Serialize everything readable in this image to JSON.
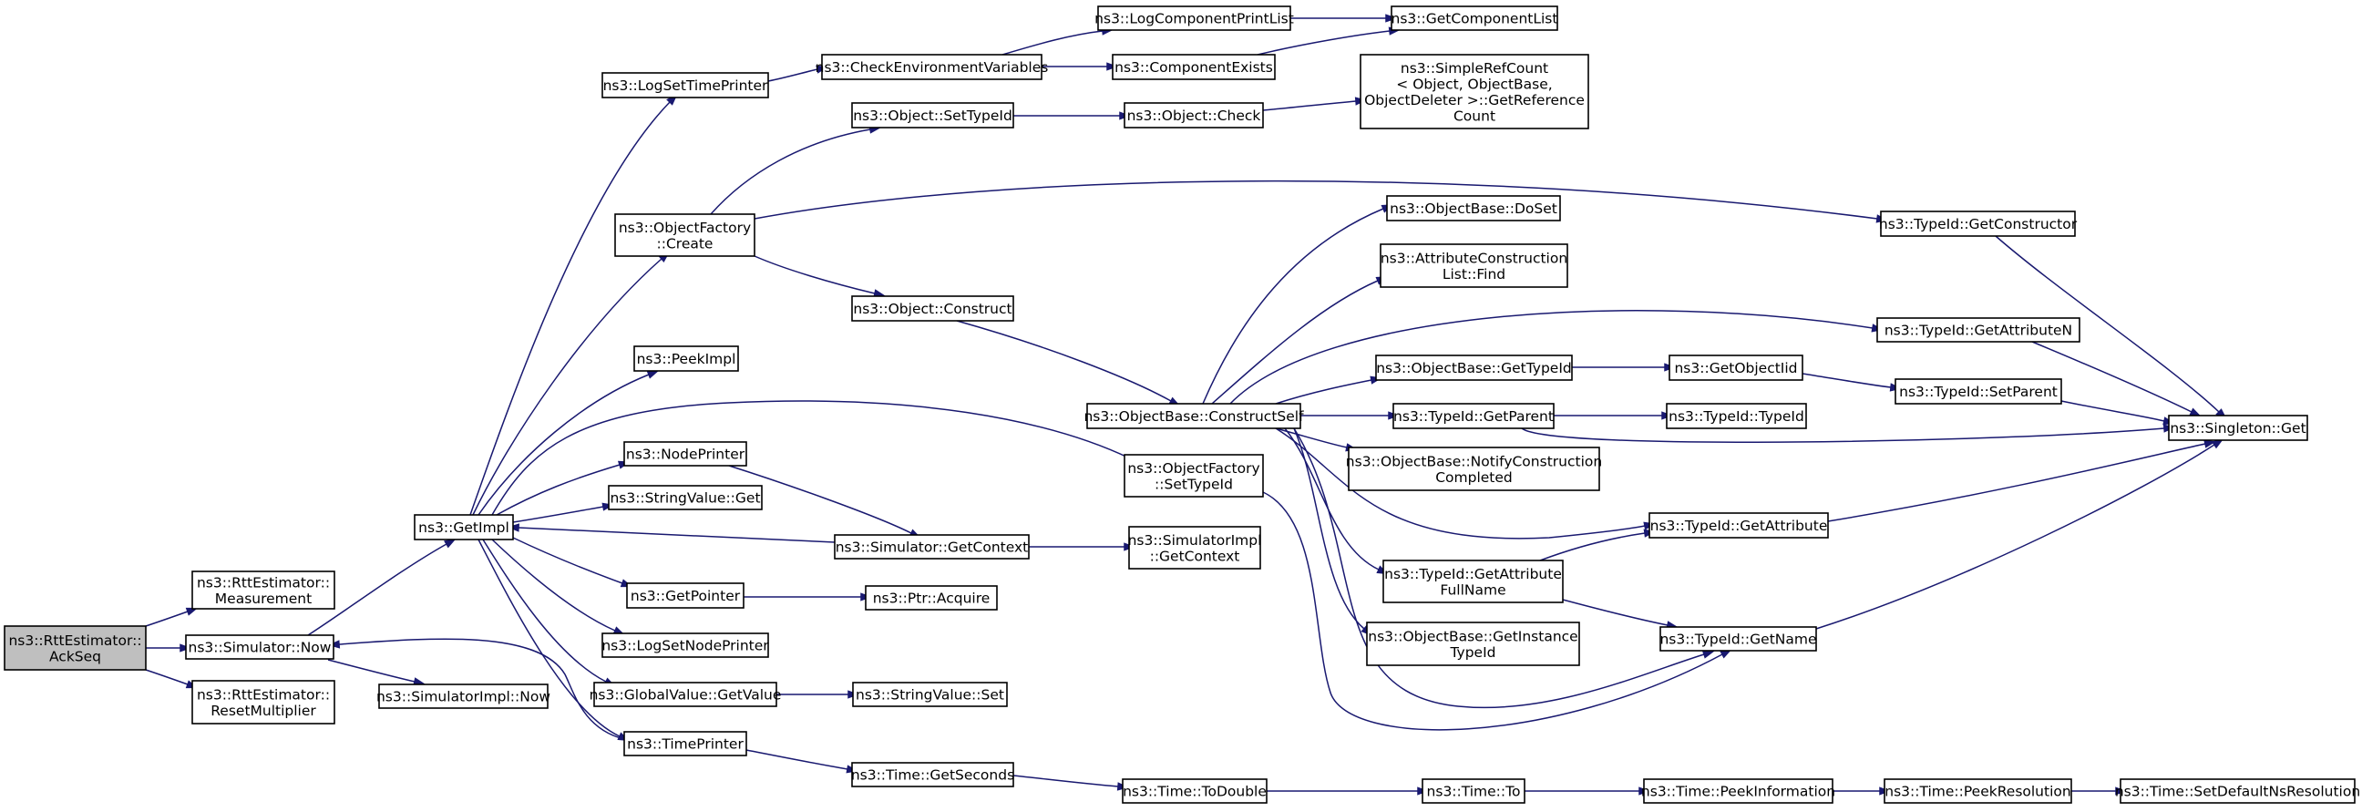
{
  "graph": {
    "nodes": [
      {
        "id": "n_ackseq",
        "lines": [
          "ns3::RttEstimator::",
          "AckSeq"
        ],
        "fill": "#bfbfbf",
        "stroke": "#000000"
      },
      {
        "id": "n_measurement",
        "lines": [
          "ns3::RttEstimator::",
          "Measurement"
        ],
        "fill": "#ffffff",
        "stroke": "#000000"
      },
      {
        "id": "n_now",
        "lines": [
          "ns3::Simulator::Now"
        ],
        "fill": "#ffffff",
        "stroke": "#000000"
      },
      {
        "id": "n_resetmult",
        "lines": [
          "ns3::RttEstimator::",
          "ResetMultiplier"
        ],
        "fill": "#ffffff",
        "stroke": "#000000"
      },
      {
        "id": "n_getimpl",
        "lines": [
          "ns3::GetImpl"
        ],
        "fill": "#ffffff",
        "stroke": "#000000"
      },
      {
        "id": "n_simimplnow",
        "lines": [
          "ns3::SimulatorImpl::Now"
        ],
        "fill": "#ffffff",
        "stroke": "#000000"
      },
      {
        "id": "n_timeprinter",
        "lines": [
          "ns3::TimePrinter"
        ],
        "fill": "#ffffff",
        "stroke": "#000000"
      },
      {
        "id": "n_logsettimeprinter",
        "lines": [
          "ns3::LogSetTimePrinter"
        ],
        "fill": "#ffffff",
        "stroke": "#000000"
      },
      {
        "id": "n_ofcreate",
        "lines": [
          "ns3::ObjectFactory",
          "::Create"
        ],
        "fill": "#ffffff",
        "stroke": "#000000"
      },
      {
        "id": "n_peekimpl",
        "lines": [
          "ns3::PeekImpl"
        ],
        "fill": "#ffffff",
        "stroke": "#000000"
      },
      {
        "id": "n_nodeprinter",
        "lines": [
          "ns3::NodePrinter"
        ],
        "fill": "#ffffff",
        "stroke": "#000000"
      },
      {
        "id": "n_stringvalueget",
        "lines": [
          "ns3::StringValue::Get"
        ],
        "fill": "#ffffff",
        "stroke": "#000000"
      },
      {
        "id": "n_getpointer",
        "lines": [
          "ns3::GetPointer"
        ],
        "fill": "#ffffff",
        "stroke": "#000000"
      },
      {
        "id": "n_logsetnodeprinter",
        "lines": [
          "ns3::LogSetNodePrinter"
        ],
        "fill": "#ffffff",
        "stroke": "#000000"
      },
      {
        "id": "n_globalvalueget",
        "lines": [
          "ns3::GlobalValue::GetValue"
        ],
        "fill": "#ffffff",
        "stroke": "#000000"
      },
      {
        "id": "n_checkenv",
        "lines": [
          "ns3::CheckEnvironmentVariables"
        ],
        "fill": "#ffffff",
        "stroke": "#000000"
      },
      {
        "id": "n_objsettypeid",
        "lines": [
          "ns3::Object::SetTypeId"
        ],
        "fill": "#ffffff",
        "stroke": "#000000"
      },
      {
        "id": "n_objconstruct",
        "lines": [
          "ns3::Object::Construct"
        ],
        "fill": "#ffffff",
        "stroke": "#000000"
      },
      {
        "id": "n_simgetcontext",
        "lines": [
          "ns3::Simulator::GetContext"
        ],
        "fill": "#ffffff",
        "stroke": "#000000"
      },
      {
        "id": "n_ptracquire",
        "lines": [
          "ns3::Ptr::Acquire"
        ],
        "fill": "#ffffff",
        "stroke": "#000000"
      },
      {
        "id": "n_stringvalueset",
        "lines": [
          "ns3::StringValue::Set"
        ],
        "fill": "#ffffff",
        "stroke": "#000000"
      },
      {
        "id": "n_timegetseconds",
        "lines": [
          "ns3::Time::GetSeconds"
        ],
        "fill": "#ffffff",
        "stroke": "#000000"
      },
      {
        "id": "n_logcompprintlist",
        "lines": [
          "ns3::LogComponentPrintList"
        ],
        "fill": "#ffffff",
        "stroke": "#000000"
      },
      {
        "id": "n_compexists",
        "lines": [
          "ns3::ComponentExists"
        ],
        "fill": "#ffffff",
        "stroke": "#000000"
      },
      {
        "id": "n_objcheck",
        "lines": [
          "ns3::Object::Check"
        ],
        "fill": "#ffffff",
        "stroke": "#000000"
      },
      {
        "id": "n_objbaseconstructself",
        "lines": [
          "ns3::ObjectBase::ConstructSelf"
        ],
        "fill": "#ffffff",
        "stroke": "#000000"
      },
      {
        "id": "n_ofsettypeid",
        "lines": [
          "ns3::ObjectFactory",
          "::SetTypeId"
        ],
        "fill": "#ffffff",
        "stroke": "#000000"
      },
      {
        "id": "n_simimplgetcontext",
        "lines": [
          "ns3::SimulatorImpl",
          "::GetContext"
        ],
        "fill": "#ffffff",
        "stroke": "#000000"
      },
      {
        "id": "n_timetodouble",
        "lines": [
          "ns3::Time::ToDouble"
        ],
        "fill": "#ffffff",
        "stroke": "#000000"
      },
      {
        "id": "n_getcomplist",
        "lines": [
          "ns3::GetComponentList"
        ],
        "fill": "#ffffff",
        "stroke": "#000000"
      },
      {
        "id": "n_simplerefcount",
        "lines": [
          "ns3::SimpleRefCount",
          "< Object, ObjectBase,",
          "ObjectDeleter >::GetReference",
          "Count"
        ],
        "fill": "#ffffff",
        "stroke": "#000000"
      },
      {
        "id": "n_objbasedoset",
        "lines": [
          "ns3::ObjectBase::DoSet"
        ],
        "fill": "#ffffff",
        "stroke": "#000000"
      },
      {
        "id": "n_attrconstfind",
        "lines": [
          "ns3::AttributeConstruction",
          "List::Find"
        ],
        "fill": "#ffffff",
        "stroke": "#000000"
      },
      {
        "id": "n_objbasegettypeid",
        "lines": [
          "ns3::ObjectBase::GetTypeId"
        ],
        "fill": "#ffffff",
        "stroke": "#000000"
      },
      {
        "id": "n_typeidgetparent",
        "lines": [
          "ns3::TypeId::GetParent"
        ],
        "fill": "#ffffff",
        "stroke": "#000000"
      },
      {
        "id": "n_objbasenotify",
        "lines": [
          "ns3::ObjectBase::NotifyConstruction",
          "Completed"
        ],
        "fill": "#ffffff",
        "stroke": "#000000"
      },
      {
        "id": "n_typeidgetattrfull",
        "lines": [
          "ns3::TypeId::GetAttribute",
          "FullName"
        ],
        "fill": "#ffffff",
        "stroke": "#000000"
      },
      {
        "id": "n_objbasegetinst",
        "lines": [
          "ns3::ObjectBase::GetInstance",
          "TypeId"
        ],
        "fill": "#ffffff",
        "stroke": "#000000"
      },
      {
        "id": "n_timeto",
        "lines": [
          "ns3::Time::To"
        ],
        "fill": "#ffffff",
        "stroke": "#000000"
      },
      {
        "id": "n_getobjectiid",
        "lines": [
          "ns3::GetObjectIid"
        ],
        "fill": "#ffffff",
        "stroke": "#000000"
      },
      {
        "id": "n_typeidctor",
        "lines": [
          "ns3::TypeId::TypeId"
        ],
        "fill": "#ffffff",
        "stroke": "#000000"
      },
      {
        "id": "n_typeidgetattribute",
        "lines": [
          "ns3::TypeId::GetAttribute"
        ],
        "fill": "#ffffff",
        "stroke": "#000000"
      },
      {
        "id": "n_typeidgetname",
        "lines": [
          "ns3::TypeId::GetName"
        ],
        "fill": "#ffffff",
        "stroke": "#000000"
      },
      {
        "id": "n_timepeekinfo",
        "lines": [
          "ns3::Time::PeekInformation"
        ],
        "fill": "#ffffff",
        "stroke": "#000000"
      },
      {
        "id": "n_typeidgetconstructor",
        "lines": [
          "ns3::TypeId::GetConstructor"
        ],
        "fill": "#ffffff",
        "stroke": "#000000"
      },
      {
        "id": "n_typeidgetattrn",
        "lines": [
          "ns3::TypeId::GetAttributeN"
        ],
        "fill": "#ffffff",
        "stroke": "#000000"
      },
      {
        "id": "n_typeidsetparent",
        "lines": [
          "ns3::TypeId::SetParent"
        ],
        "fill": "#ffffff",
        "stroke": "#000000"
      },
      {
        "id": "n_timepeekres",
        "lines": [
          "ns3::Time::PeekResolution"
        ],
        "fill": "#ffffff",
        "stroke": "#000000"
      },
      {
        "id": "n_singletonget",
        "lines": [
          "ns3::Singleton::Get"
        ],
        "fill": "#ffffff",
        "stroke": "#000000"
      },
      {
        "id": "n_timesetdefaultns",
        "lines": [
          "ns3::Time::SetDefaultNsResolution"
        ],
        "fill": "#ffffff",
        "stroke": "#ff0000"
      }
    ],
    "edges": [
      {
        "from": "n_ackseq",
        "to": "n_measurement"
      },
      {
        "from": "n_ackseq",
        "to": "n_now"
      },
      {
        "from": "n_ackseq",
        "to": "n_resetmult"
      },
      {
        "from": "n_now",
        "to": "n_getimpl"
      },
      {
        "from": "n_now",
        "to": "n_simimplnow"
      },
      {
        "from": "n_getimpl",
        "to": "n_logsettimeprinter"
      },
      {
        "from": "n_getimpl",
        "to": "n_ofcreate"
      },
      {
        "from": "n_getimpl",
        "to": "n_peekimpl"
      },
      {
        "from": "n_getimpl",
        "to": "n_ofsettypeid"
      },
      {
        "from": "n_getimpl",
        "to": "n_nodeprinter"
      },
      {
        "from": "n_getimpl",
        "to": "n_stringvalueget"
      },
      {
        "from": "n_getimpl",
        "to": "n_getpointer"
      },
      {
        "from": "n_getimpl",
        "to": "n_logsetnodeprinter"
      },
      {
        "from": "n_getimpl",
        "to": "n_globalvalueget"
      },
      {
        "from": "n_getimpl",
        "to": "n_timeprinter"
      },
      {
        "from": "n_timeprinter",
        "to": "n_now"
      },
      {
        "from": "n_timeprinter",
        "to": "n_timegetseconds"
      },
      {
        "from": "n_logsettimeprinter",
        "to": "n_checkenv"
      },
      {
        "from": "n_checkenv",
        "to": "n_logcompprintlist"
      },
      {
        "from": "n_checkenv",
        "to": "n_compexists"
      },
      {
        "from": "n_logcompprintlist",
        "to": "n_getcomplist"
      },
      {
        "from": "n_compexists",
        "to": "n_getcomplist"
      },
      {
        "from": "n_ofcreate",
        "to": "n_objsettypeid"
      },
      {
        "from": "n_ofcreate",
        "to": "n_objconstruct"
      },
      {
        "from": "n_ofcreate",
        "to": "n_typeidgetconstructor"
      },
      {
        "from": "n_objsettypeid",
        "to": "n_objcheck"
      },
      {
        "from": "n_objcheck",
        "to": "n_simplerefcount"
      },
      {
        "from": "n_objconstruct",
        "to": "n_objbaseconstructself"
      },
      {
        "from": "n_nodeprinter",
        "to": "n_simgetcontext"
      },
      {
        "from": "n_simgetcontext",
        "to": "n_getimpl"
      },
      {
        "from": "n_simgetcontext",
        "to": "n_simimplgetcontext"
      },
      {
        "from": "n_getpointer",
        "to": "n_ptracquire"
      },
      {
        "from": "n_globalvalueget",
        "to": "n_stringvalueset"
      },
      {
        "from": "n_ofsettypeid",
        "to": "n_typeidgetname"
      },
      {
        "from": "n_objbaseconstructself",
        "to": "n_objbasedoset"
      },
      {
        "from": "n_objbaseconstructself",
        "to": "n_attrconstfind"
      },
      {
        "from": "n_objbaseconstructself",
        "to": "n_typeidgetattrn"
      },
      {
        "from": "n_objbaseconstructself",
        "to": "n_objbasegettypeid"
      },
      {
        "from": "n_objbaseconstructself",
        "to": "n_typeidgetparent"
      },
      {
        "from": "n_objbaseconstructself",
        "to": "n_objbasenotify"
      },
      {
        "from": "n_objbaseconstructself",
        "to": "n_typeidgetattribute"
      },
      {
        "from": "n_objbaseconstructself",
        "to": "n_typeidgetattrfull"
      },
      {
        "from": "n_objbaseconstructself",
        "to": "n_objbasegetinst"
      },
      {
        "from": "n_objbaseconstructself",
        "to": "n_typeidgetname"
      },
      {
        "from": "n_objbasegettypeid",
        "to": "n_getobjectiid"
      },
      {
        "from": "n_getobjectiid",
        "to": "n_typeidsetparent"
      },
      {
        "from": "n_typeidsetparent",
        "to": "n_singletonget"
      },
      {
        "from": "n_typeidgetparent",
        "to": "n_typeidctor"
      },
      {
        "from": "n_typeidgetparent",
        "to": "n_singletonget"
      },
      {
        "from": "n_typeidgetattrn",
        "to": "n_singletonget"
      },
      {
        "from": "n_typeidgetconstructor",
        "to": "n_singletonget"
      },
      {
        "from": "n_typeidgetattribute",
        "to": "n_singletonget"
      },
      {
        "from": "n_typeidgetname",
        "to": "n_singletonget"
      },
      {
        "from": "n_typeidgetattrfull",
        "to": "n_typeidgetattribute"
      },
      {
        "from": "n_typeidgetattrfull",
        "to": "n_typeidgetname"
      },
      {
        "from": "n_timegetseconds",
        "to": "n_timetodouble"
      },
      {
        "from": "n_timetodouble",
        "to": "n_timeto"
      },
      {
        "from": "n_timeto",
        "to": "n_timepeekinfo"
      },
      {
        "from": "n_timepeekinfo",
        "to": "n_timepeekres"
      },
      {
        "from": "n_timepeekres",
        "to": "n_timesetdefaultns"
      }
    ]
  }
}
